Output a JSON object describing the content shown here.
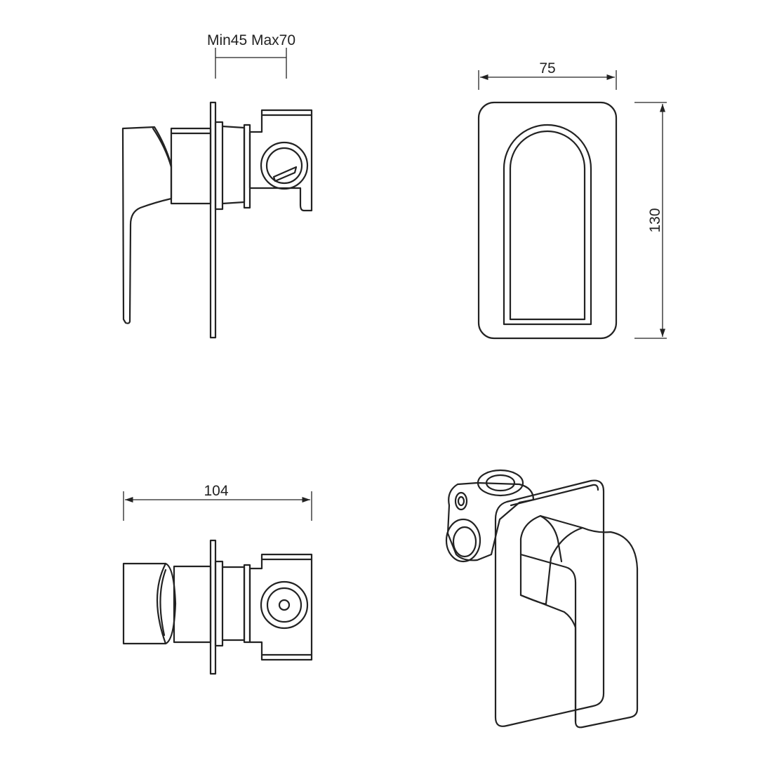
{
  "dimensions": {
    "depth_range": "Min45 Max70",
    "width": "75",
    "height": "130",
    "total_depth": "104"
  },
  "colors": {
    "line": "#222222",
    "background": "#ffffff"
  }
}
